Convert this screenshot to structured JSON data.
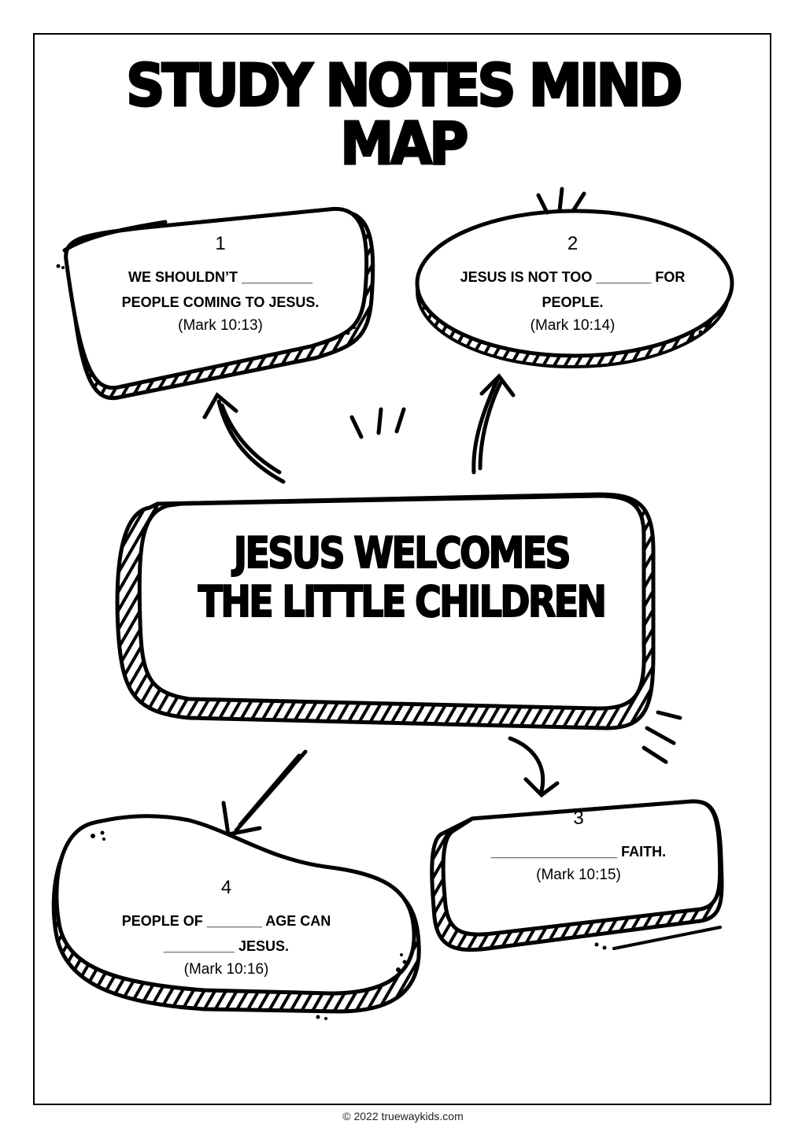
{
  "page": {
    "title": "STUDY NOTES MIND MAP",
    "footer": "© 2022 truewaykids.com"
  },
  "central": {
    "line1": "JESUS WELCOMES",
    "line2": "THE LITTLE CHILDREN"
  },
  "nodes": [
    {
      "number": "1",
      "line1": "WE SHOULDN’T _________",
      "line2": "PEOPLE COMING TO JESUS.",
      "reference": "(Mark 10:13)"
    },
    {
      "number": "2",
      "line1": "JESUS IS NOT TOO _______ FOR",
      "line2": "PEOPLE.",
      "reference": "(Mark 10:14)"
    },
    {
      "number": "3",
      "line1": "________________ FAITH.",
      "reference": "(Mark 10:15)"
    },
    {
      "number": "4",
      "line1": "PEOPLE OF _______ AGE CAN",
      "line2": "_________ JESUS.",
      "reference": "(Mark 10:16)"
    }
  ]
}
